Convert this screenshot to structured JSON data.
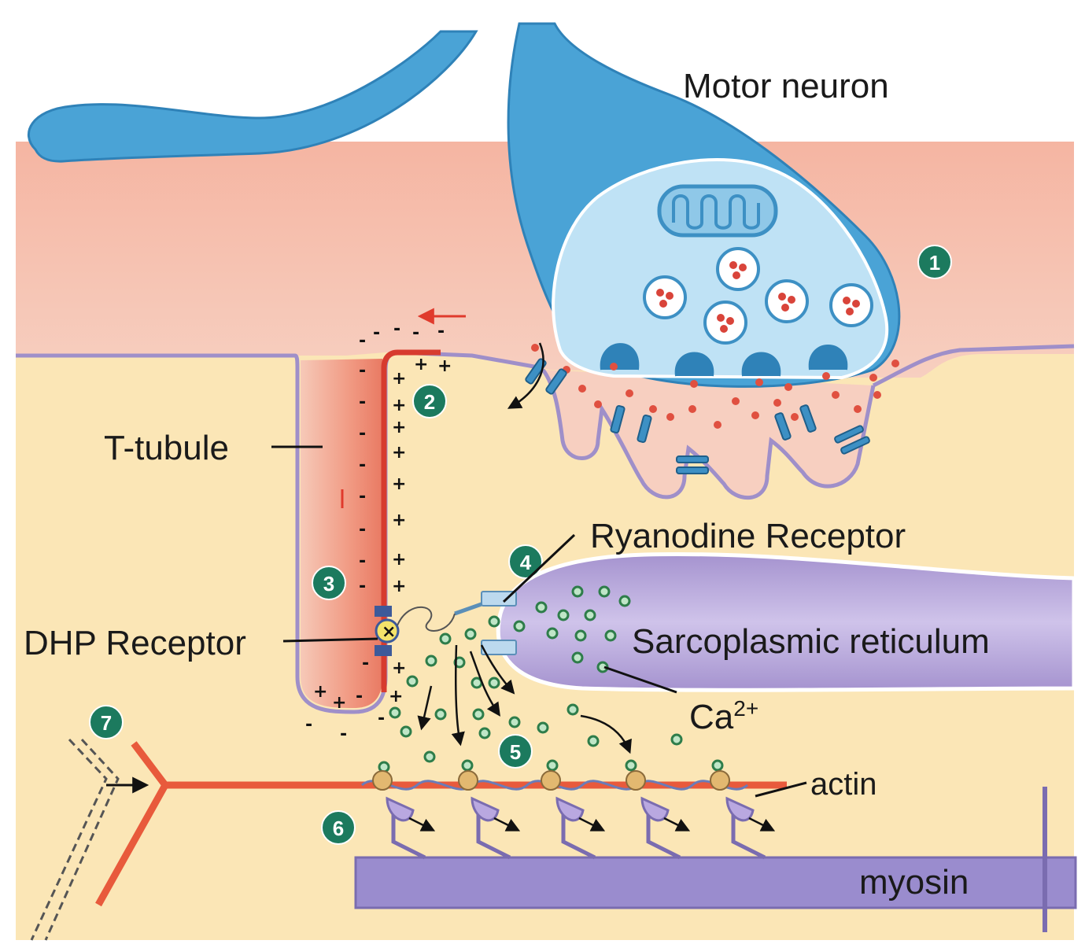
{
  "labels": {
    "motor_neuron": "Motor neuron",
    "t_tubule": "T-tubule",
    "ryanodine": "Ryanodine Receptor",
    "sarcoplasmic": "Sarcoplasmic reticulum",
    "dhp": "DHP Receptor",
    "ca_base": "Ca",
    "ca_sup": "2+",
    "actin": "actin",
    "myosin": "myosin"
  },
  "steps": [
    "1",
    "2",
    "3",
    "4",
    "5",
    "6",
    "7"
  ],
  "colors": {
    "muscle_membrane": "#f6c1ae",
    "cytoplasm": "#fbe6b6",
    "neuron": "#4aa3d6",
    "neuron_terminal": "#bfe2f5",
    "sarcoplasmic_reticulum": "#b9a8d8",
    "actin": "#e85a3c",
    "myosin": "#9a8cce",
    "calcium": "#3f9a5a",
    "step_badge": "#1c7a5e",
    "signal_red": "#e03a2c"
  }
}
